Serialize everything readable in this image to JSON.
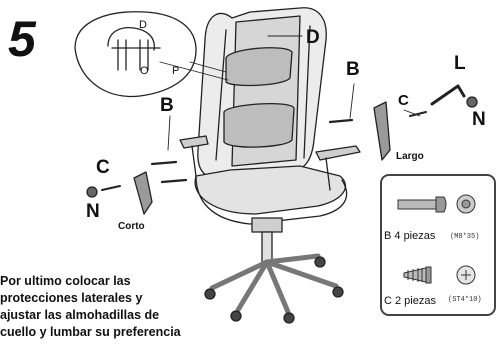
{
  "step_number": "5",
  "callouts": {
    "detail_d": "D",
    "detail_o": "O",
    "detail_p": "P",
    "chair_d": "D",
    "b_left": "B",
    "b_right": "B",
    "c_left": "C",
    "c_right": "C",
    "l": "L",
    "n_left": "N",
    "n_right": "N",
    "corto": "Corto",
    "largo": "Largo"
  },
  "legend": {
    "bolt_label": "B 4 piezas",
    "bolt_code": "(M8*35)",
    "screw_label": "C 2 piezas",
    "screw_code": "(ST4*10)"
  },
  "instruction_lines": [
    "Por ultimo colocar las",
    "protecciones laterales y",
    "ajustar las almohadillas de",
    "cuello y lumbar su preferencia"
  ]
}
